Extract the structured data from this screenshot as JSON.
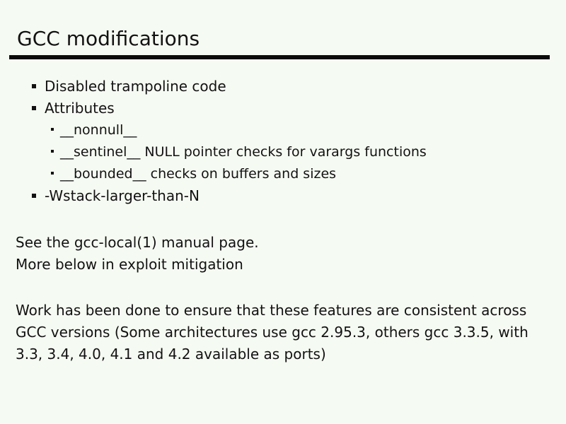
{
  "slide": {
    "title": "GCC modifications",
    "bullets": [
      {
        "level": 1,
        "text": "Disabled trampoline code"
      },
      {
        "level": 1,
        "text": "Attributes"
      },
      {
        "level": 2,
        "text": "__nonnull__"
      },
      {
        "level": 2,
        "text": "__sentinel__ NULL pointer checks for varargs functions"
      },
      {
        "level": 2,
        "text": "__bounded__ checks on buffers and sizes"
      },
      {
        "level": 1,
        "text": "-Wstack-larger-than-N"
      }
    ],
    "notes": [
      "See the gcc-local(1) manual page.",
      "More below in exploit mitigation"
    ],
    "footer_lines": [
      "Work has been done to ensure that these features are consistent across",
      "GCC versions (Some architectures use gcc 2.95.3, others gcc 3.3.5, with",
      "3.3, 3.4, 4.0, 4.1 and 4.2 available as ports)"
    ],
    "colors": {
      "background": "#f5faf2",
      "text": "#121212",
      "rule": "#0b0b0b"
    }
  }
}
